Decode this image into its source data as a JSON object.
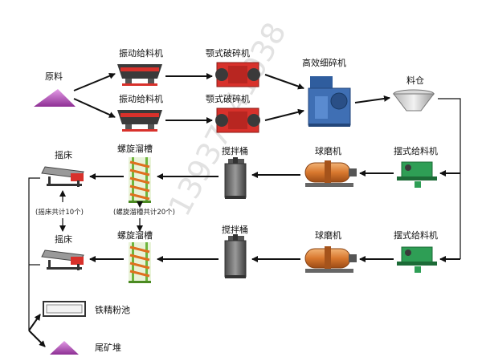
{
  "nodes": {
    "raw_material": "原料",
    "vibrating_feeder_1": "振动给料机",
    "vibrating_feeder_2": "振动给料机",
    "jaw_crusher_1": "颚式破碎机",
    "jaw_crusher_2": "颚式破碎机",
    "fine_crusher": "高效细碎机",
    "silo": "料仓",
    "pendulum_feeder_1": "摆式给料机",
    "pendulum_feeder_2": "摆式给料机",
    "ball_mill_1": "球磨机",
    "ball_mill_2": "球磨机",
    "agitator_1": "搅拌桶",
    "agitator_2": "搅拌桶",
    "spiral_chute_1": "螺旋溜槽",
    "spiral_chute_2": "螺旋溜槽",
    "shaking_table_1": "摇床",
    "shaking_table_2": "摇床",
    "iron_pool": "铁精粉池",
    "tailings": "尾矿堆"
  },
  "notes": {
    "tables_total": "(摇床共计10个)",
    "spirals_total": "(螺旋溜槽共计20个)"
  },
  "watermark": "13937141038",
  "colors": {
    "crusher_red": "#d8312b",
    "fine_crusher_blue": "#3f6fb4",
    "feeder_green": "#2e9e55",
    "mill_orange": "#d9782e",
    "agitator_grey": "#6e6e6e",
    "spiral_green": "#6fb53d",
    "spiral_orange": "#e0701f",
    "pile_purple": "#b04fb5"
  }
}
